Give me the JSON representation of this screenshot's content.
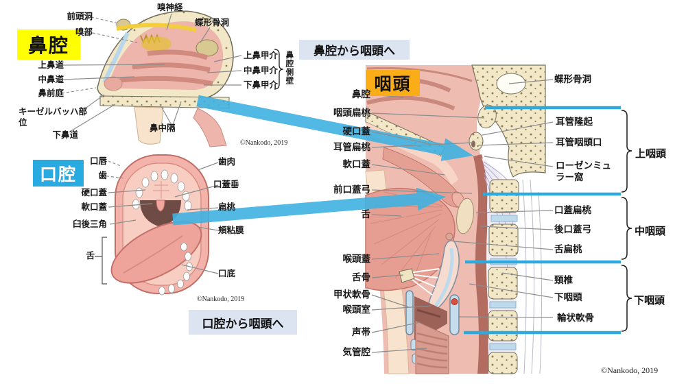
{
  "copyright": "©Nankodo, 2019",
  "colors": {
    "nasal_box_bg": "#FFFF00",
    "oral_box_bg": "#29ABE2",
    "pharynx_box_bg": "#FBAD18",
    "header_box_bg": "#DCE3F1",
    "arrow_blue": "#3FB1E1",
    "boundary_blue": "#2EA9DD",
    "leader_gray": "#8C8C8C"
  },
  "nasal": {
    "title": "鼻腔",
    "copyright": "©Nankodo, 2019",
    "labels": [
      "嗅神経",
      "前頭洞",
      "嗅部",
      "蝶形骨洞",
      "上鼻道",
      "中鼻道",
      "鼻前庭",
      "キーゼルバッハ部位",
      "下鼻道",
      "鼻中隔",
      "上鼻甲介",
      "中鼻甲介",
      "下鼻甲介"
    ],
    "wall_label": "鼻腔側壁"
  },
  "oral": {
    "title": "口腔",
    "header": "口腔から咽頭へ",
    "copyright": "©Nankodo, 2019",
    "labels": [
      "口唇",
      "歯",
      "硬口蓋",
      "軟口蓋",
      "臼後三角",
      "舌",
      "歯肉",
      "口蓋垂",
      "扁桃",
      "頬粘膜",
      "口底"
    ]
  },
  "pharynx": {
    "header": "鼻腔から咽頭へ",
    "title": "咽頭",
    "left_labels": [
      "鼻腔",
      "咽頭扁桃",
      "硬口蓋",
      "耳管扁桃",
      "軟口蓋",
      "前口蓋弓",
      "舌",
      "喉頭蓋",
      "舌骨",
      "甲状軟骨",
      "喉頭室",
      "声帯",
      "気管腔"
    ],
    "right_top_label": "蝶形骨洞",
    "sections": [
      {
        "name": "上咽頭",
        "items": [
          "耳管隆起",
          "耳管咽頭口",
          "ローゼンミュラー窩"
        ]
      },
      {
        "name": "中咽頭",
        "items": [
          "口蓋扁桃",
          "後口蓋弓",
          "舌扁桃"
        ]
      },
      {
        "name": "下咽頭",
        "items": [
          "頸椎",
          "下咽頭",
          "輪状軟骨"
        ]
      }
    ]
  }
}
